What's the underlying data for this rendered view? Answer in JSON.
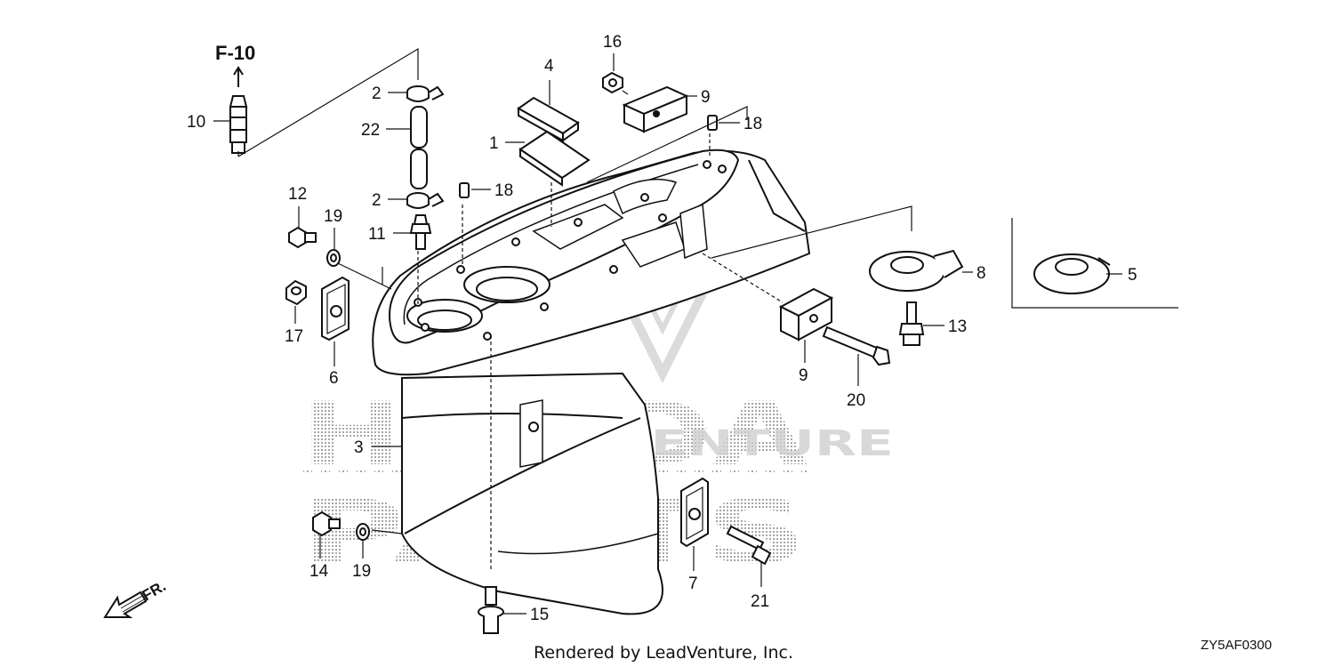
{
  "watermark": {
    "brand_line1": "HONDA",
    "brand_line2": "PARTS",
    "dealer_line": "LEADVENTURE"
  },
  "reference": "F-10",
  "front_marker": "FR.",
  "credit": "Rendered by LeadVenture, Inc.",
  "diagram_code": "ZY5AF0300",
  "callouts": [
    {
      "id": "c1",
      "label": "1"
    },
    {
      "id": "c2a",
      "label": "2"
    },
    {
      "id": "c2b",
      "label": "2"
    },
    {
      "id": "c3",
      "label": "3"
    },
    {
      "id": "c4",
      "label": "4"
    },
    {
      "id": "c5",
      "label": "5"
    },
    {
      "id": "c6",
      "label": "6"
    },
    {
      "id": "c7",
      "label": "7"
    },
    {
      "id": "c8",
      "label": "8"
    },
    {
      "id": "c9a",
      "label": "9"
    },
    {
      "id": "c9b",
      "label": "9"
    },
    {
      "id": "c10",
      "label": "10"
    },
    {
      "id": "c11",
      "label": "11"
    },
    {
      "id": "c12",
      "label": "12"
    },
    {
      "id": "c13",
      "label": "13"
    },
    {
      "id": "c14",
      "label": "14"
    },
    {
      "id": "c15",
      "label": "15"
    },
    {
      "id": "c16",
      "label": "16"
    },
    {
      "id": "c17",
      "label": "17"
    },
    {
      "id": "c18a",
      "label": "18"
    },
    {
      "id": "c18b",
      "label": "18"
    },
    {
      "id": "c19a",
      "label": "19"
    },
    {
      "id": "c19b",
      "label": "19"
    },
    {
      "id": "c20",
      "label": "20"
    },
    {
      "id": "c21",
      "label": "21"
    },
    {
      "id": "c22",
      "label": "22"
    }
  ]
}
